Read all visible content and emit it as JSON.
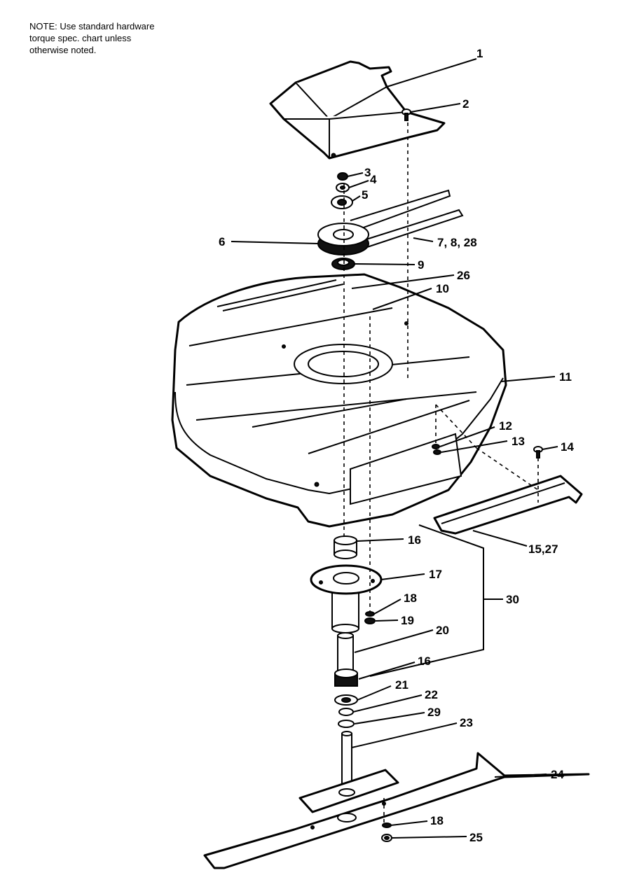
{
  "note": {
    "line1": "NOTE:  Use standard hardware",
    "line2": "torque spec. chart unless",
    "line3": "otherwise noted."
  },
  "callouts": [
    {
      "id": "1",
      "text": "1"
    },
    {
      "id": "2",
      "text": "2"
    },
    {
      "id": "3",
      "text": "3"
    },
    {
      "id": "4",
      "text": "4"
    },
    {
      "id": "5",
      "text": "5"
    },
    {
      "id": "6",
      "text": "6"
    },
    {
      "id": "7-8-28",
      "text": "7, 8, 28"
    },
    {
      "id": "9",
      "text": "9"
    },
    {
      "id": "26",
      "text": "26"
    },
    {
      "id": "10",
      "text": "10"
    },
    {
      "id": "11",
      "text": "11"
    },
    {
      "id": "12",
      "text": "12"
    },
    {
      "id": "13",
      "text": "13"
    },
    {
      "id": "14",
      "text": "14"
    },
    {
      "id": "15-27",
      "text": "15,27"
    },
    {
      "id": "16a",
      "text": "16"
    },
    {
      "id": "17",
      "text": "17"
    },
    {
      "id": "30",
      "text": "30"
    },
    {
      "id": "18a",
      "text": "18"
    },
    {
      "id": "19",
      "text": "19"
    },
    {
      "id": "20",
      "text": "20"
    },
    {
      "id": "16b",
      "text": "16"
    },
    {
      "id": "21",
      "text": "21"
    },
    {
      "id": "22",
      "text": "22"
    },
    {
      "id": "29",
      "text": "29"
    },
    {
      "id": "23",
      "text": "23"
    },
    {
      "id": "24",
      "text": "24"
    },
    {
      "id": "18b",
      "text": "18"
    },
    {
      "id": "25",
      "text": "25"
    }
  ]
}
